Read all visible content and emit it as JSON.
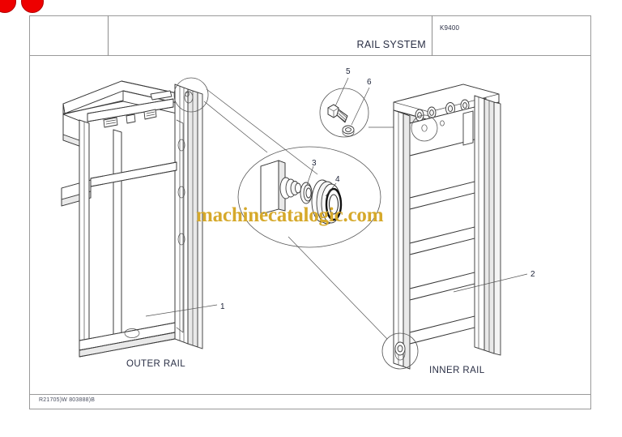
{
  "document": {
    "type": "parts-catalog-technical-drawing",
    "sheet_title": "RAIL SYSTEM",
    "sheet_code": "K9400",
    "footer_code": "R21705)W  803888)B"
  },
  "watermark": {
    "text": "machinecatalogic.com",
    "color": "#d6a92b"
  },
  "binder_holes": {
    "color": "#ee0000",
    "count": 2
  },
  "captions": {
    "outer_rail": "OUTER RAIL",
    "inner_rail": "INNER RAIL"
  },
  "callouts": [
    {
      "id": "1",
      "label": "1",
      "refers_to": "outer-rail-assembly"
    },
    {
      "id": "2",
      "label": "2",
      "refers_to": "inner-rail-assembly"
    },
    {
      "id": "3",
      "label": "3",
      "refers_to": "spacer-washer"
    },
    {
      "id": "4",
      "label": "4",
      "refers_to": "roller-bearing"
    },
    {
      "id": "5",
      "label": "5",
      "refers_to": "bolt"
    },
    {
      "id": "6",
      "label": "6",
      "refers_to": "nut"
    }
  ],
  "colors": {
    "frame_line": "#9a9a9a",
    "drawing_line": "#3a3a3a",
    "text": "#2a2f45",
    "watermark": "#d6a92b",
    "binder_dot": "#ee0000"
  }
}
